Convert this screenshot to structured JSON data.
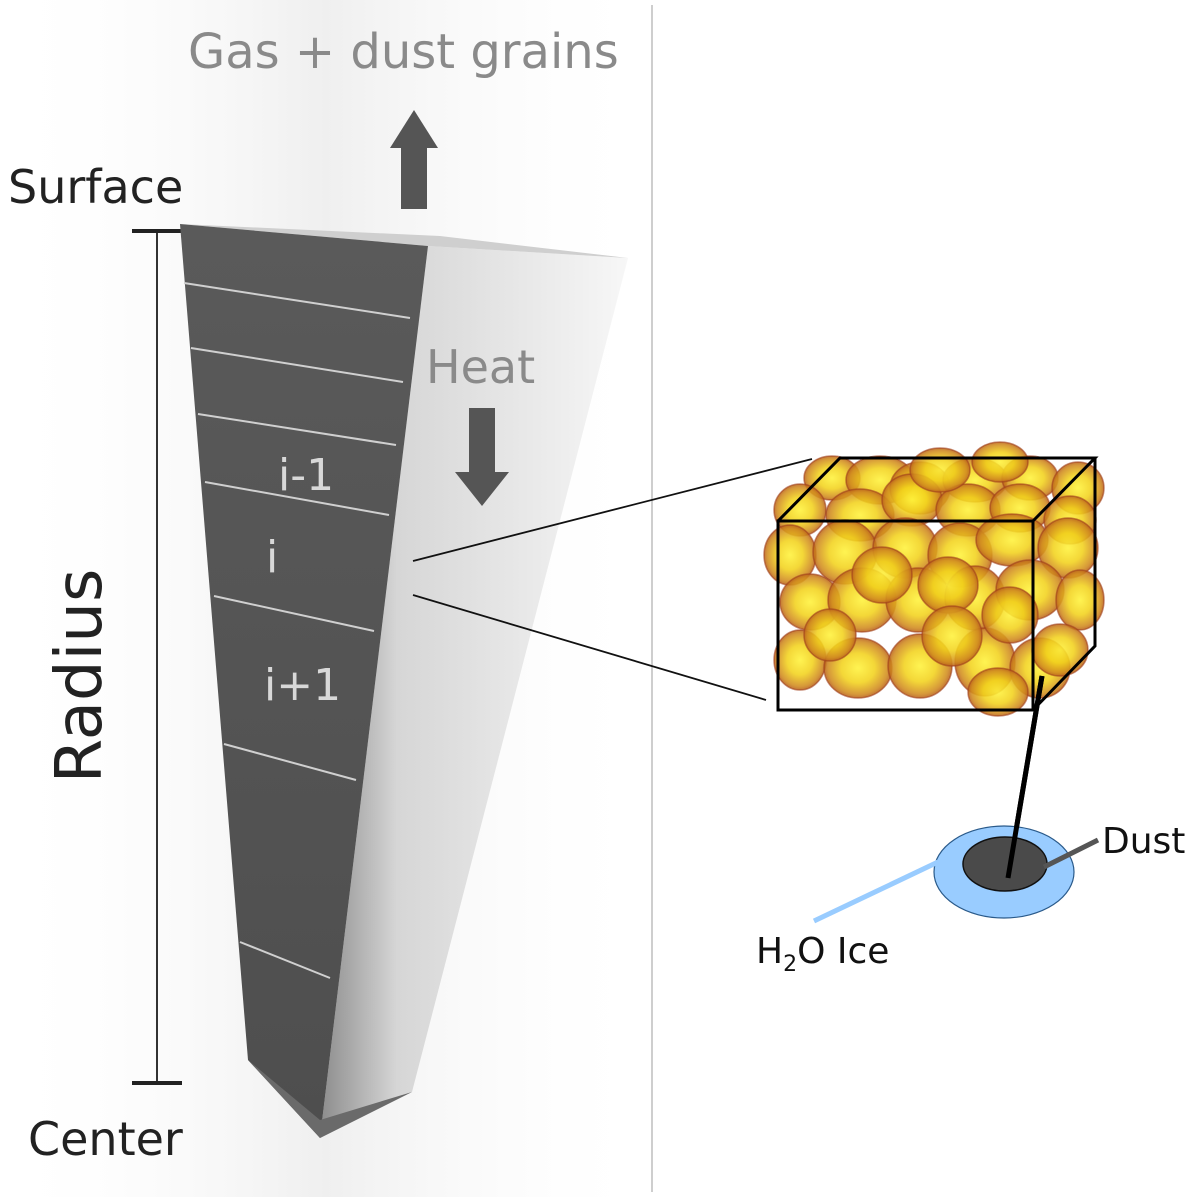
{
  "labels": {
    "top": "Gas + dust grains",
    "surface": "Surface",
    "center": "Center",
    "radius": "Radius",
    "heat": "Heat",
    "layer_prev": "i-1",
    "layer_current": "i",
    "layer_next": "i+1",
    "dust": "Dust",
    "ice_prefix": "H",
    "ice_subscript": "2",
    "ice_suffix": "O Ice"
  },
  "colors": {
    "wedge_face": "#555555",
    "arrow": "#555555",
    "grain_yellow": "#f4e41a",
    "grain_edge": "#b04a1c",
    "ice": "#99ccff",
    "dust_core": "#4a4a4a"
  }
}
